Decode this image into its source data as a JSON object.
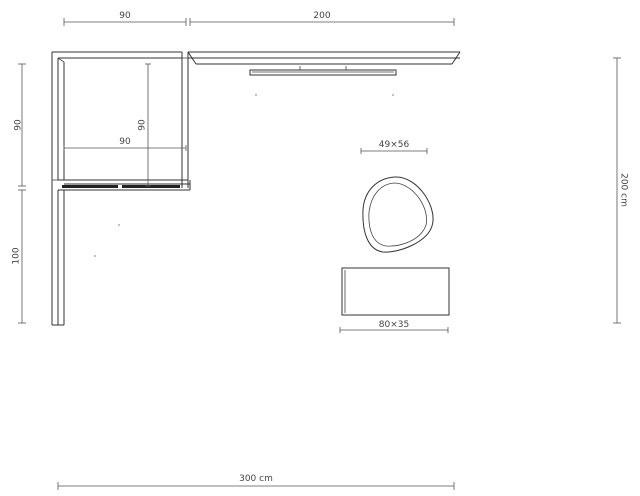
{
  "dimensions": {
    "top_left_width": "90",
    "top_right_width": "200",
    "left_upper_height": "90",
    "left_lower_height": "100",
    "inner_height": "90",
    "inner_width": "90",
    "pouf_size": "49×56",
    "table_size": "80×35",
    "total_height": "200 cm",
    "total_width": "300 cm"
  },
  "colors": {
    "line": "#333333",
    "dimension_line": "#555555",
    "text": "#444444",
    "background": "#ffffff"
  }
}
